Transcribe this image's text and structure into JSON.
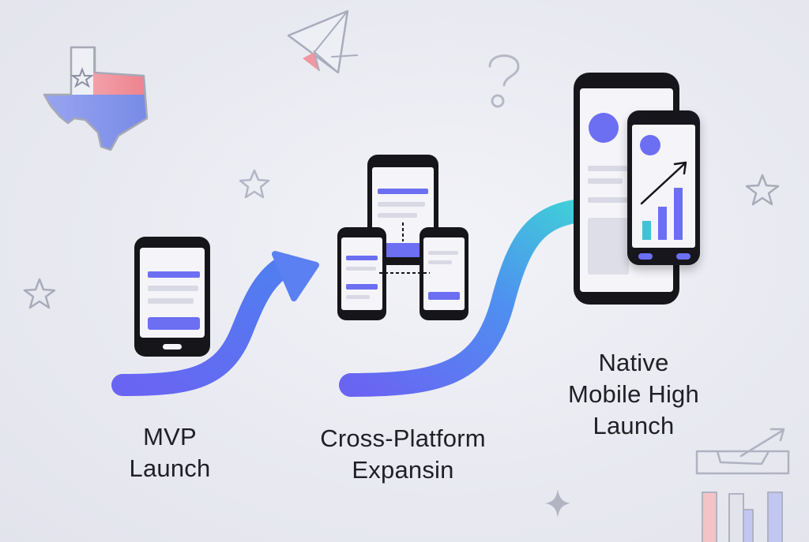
{
  "stages": [
    {
      "id": "mvp",
      "label_line1": "MVP",
      "label_line2": "Launch"
    },
    {
      "id": "cross-platform",
      "label_line1": "Cross-Platform",
      "label_line2": "Expansin"
    },
    {
      "id": "native",
      "label_line1": "Native",
      "label_line2": "Mobile High",
      "label_line3": "Launch"
    }
  ],
  "icons": [
    "texas-map-icon",
    "paper-plane-icon",
    "question-mark-icon",
    "star-icon",
    "sparkle-icon",
    "bar-chart-icon",
    "growth-arrow-icon"
  ],
  "colors": {
    "accent_indigo": "#6c6ff2",
    "accent_cyan": "#3fc3d8",
    "phone_frame": "#16161a",
    "screen": "#f5f5f9",
    "texas_red": "#ef8a93",
    "texas_blue": "#7e8ee8"
  }
}
